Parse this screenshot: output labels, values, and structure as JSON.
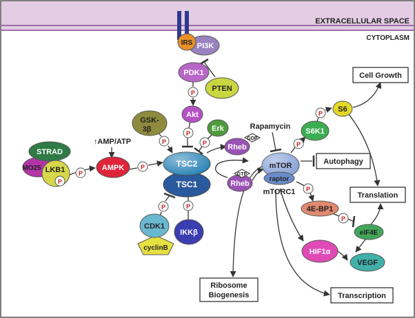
{
  "regions": {
    "extracellular": "EXTRACELLULAR SPACE",
    "cytoplasm": "CYTOPLASM"
  },
  "nodes": {
    "irs": "IRS",
    "pi3k": "PI3K",
    "pdk1": "PDK1",
    "pten": "PTEN",
    "akt": "Akt",
    "erk": "Erk",
    "gsk3_top": "GSK-",
    "gsk3_bottom": "3β",
    "strad": "STRAD",
    "mo25": "MO25",
    "lkb1": "LKB1",
    "amp_atp": "↑AMP/ATP",
    "ampk": "AMPK",
    "tsc2": "TSC2",
    "tsc1": "TSC1",
    "rheb_gdp": "Rheb",
    "rheb_gtp": "Rheb",
    "gdp": "GDP",
    "gtp": "GTP",
    "rapamycin": "Rapamycin",
    "mtor": "mTOR",
    "raptor": "raptor",
    "mtorc1": "mTORC1",
    "s6k1": "S6K1",
    "s6": "S6",
    "ebp1": "4E-BP1",
    "eif4e": "eIF4E",
    "hif1a": "HIF1α",
    "vegf": "VEGF",
    "cdk1": "CDK1",
    "cyclinb": "cyclinB",
    "ikkb": "IKKβ",
    "phospho": "P"
  },
  "outcomes": {
    "cell_growth": "Cell Growth",
    "autophagy": "Autophagy",
    "translation": "Translation",
    "ribosome_1": "Ribosome",
    "ribosome_2": "Biogenesis",
    "transcription": "Transcription"
  },
  "colors": {
    "band": "#d8bfd8",
    "band_line": "#9b6fa8",
    "receptor": "#2e3a8c",
    "irs": "#e8902a",
    "pi3k": "#9a82c0",
    "pdk1": "#b866c8",
    "pten": "#c8d640",
    "akt": "#b452c4",
    "erk": "#4e9a3c",
    "gsk3": "#8e8a3e",
    "strad": "#2f7a46",
    "mo25": "#b434a8",
    "lkb1": "#d6d84a",
    "ampk": "#e0243a",
    "tsc": "#2f86b8",
    "rheb": "#9a52b4",
    "mtor": "#8aa4d8",
    "s6k1": "#3cae52",
    "s6": "#e4d828",
    "ebp1": "#e08a70",
    "eif4e": "#42a65a",
    "hif1a": "#e04ab6",
    "vegf": "#40b0a8",
    "cdk1": "#6ab8d0",
    "cyclinb": "#e6e040",
    "ikkb": "#3a3eb0",
    "phospho_text": "#c02020"
  }
}
